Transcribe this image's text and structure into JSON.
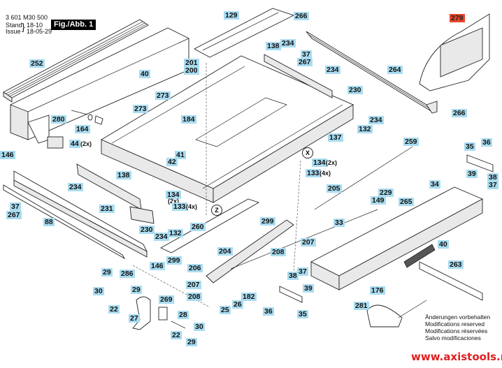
{
  "header": {
    "doc_number": "3 601 M30 500",
    "stand_label": "Stand",
    "issue_label": "Issue",
    "stand_value": "18-10",
    "issue_value": "18-05-29",
    "figure_label": "Fig./Abb. 1"
  },
  "callouts": [
    {
      "id": "c252",
      "text": "252"
    },
    {
      "id": "c129",
      "text": "129"
    },
    {
      "id": "c266a",
      "text": "266"
    },
    {
      "id": "c279",
      "text": "279",
      "highlight": "#e8452c"
    },
    {
      "id": "c201",
      "text": "201"
    },
    {
      "id": "c200",
      "text": "200"
    },
    {
      "id": "c138a",
      "text": "138"
    },
    {
      "id": "c234a",
      "text": "234"
    },
    {
      "id": "c37a",
      "text": "37"
    },
    {
      "id": "c267a",
      "text": "267"
    },
    {
      "id": "c264",
      "text": "264"
    },
    {
      "id": "c40a",
      "text": "40"
    },
    {
      "id": "c273a",
      "text": "273"
    },
    {
      "id": "c273b",
      "text": "273"
    },
    {
      "id": "c234b",
      "text": "234"
    },
    {
      "id": "c230a",
      "text": "230"
    },
    {
      "id": "c280",
      "text": "280"
    },
    {
      "id": "c164",
      "text": "164"
    },
    {
      "id": "c184",
      "text": "184"
    },
    {
      "id": "c132a",
      "text": "132"
    },
    {
      "id": "c234c",
      "text": "234"
    },
    {
      "id": "c266b",
      "text": "266"
    },
    {
      "id": "c44",
      "text": "44",
      "qty": "(2x)"
    },
    {
      "id": "c137",
      "text": "137"
    },
    {
      "id": "c146a",
      "text": "146"
    },
    {
      "id": "c41",
      "text": "41"
    },
    {
      "id": "c42",
      "text": "42"
    },
    {
      "id": "c134a",
      "text": "134",
      "qty": "(2x)"
    },
    {
      "id": "c133a",
      "text": "133",
      "qty": "(4x)"
    },
    {
      "id": "c259",
      "text": "259"
    },
    {
      "id": "c35a",
      "text": "35"
    },
    {
      "id": "c36a",
      "text": "36"
    },
    {
      "id": "c138b",
      "text": "138"
    },
    {
      "id": "c234d",
      "text": "234"
    },
    {
      "id": "c39a",
      "text": "39"
    },
    {
      "id": "c38a",
      "text": "38"
    },
    {
      "id": "c37b",
      "text": "37"
    },
    {
      "id": "c134b",
      "text": "134",
      "qty": "(2x)"
    },
    {
      "id": "c133b",
      "text": "133",
      "qty": "(4x)"
    },
    {
      "id": "c205",
      "text": "205"
    },
    {
      "id": "c34",
      "text": "34"
    },
    {
      "id": "c229",
      "text": "229"
    },
    {
      "id": "c149",
      "text": "149"
    },
    {
      "id": "c265",
      "text": "265"
    },
    {
      "id": "c37c",
      "text": "37"
    },
    {
      "id": "c267b",
      "text": "267"
    },
    {
      "id": "c231",
      "text": "231"
    },
    {
      "id": "c88",
      "text": "88"
    },
    {
      "id": "c230b",
      "text": "230"
    },
    {
      "id": "c234e",
      "text": "234"
    },
    {
      "id": "c132b",
      "text": "132"
    },
    {
      "id": "c260",
      "text": "260"
    },
    {
      "id": "c299a",
      "text": "299"
    },
    {
      "id": "c33",
      "text": "33"
    },
    {
      "id": "c207a",
      "text": "207"
    },
    {
      "id": "c208a",
      "text": "208"
    },
    {
      "id": "c204",
      "text": "204"
    },
    {
      "id": "c40b",
      "text": "40"
    },
    {
      "id": "c146b",
      "text": "146"
    },
    {
      "id": "c299b",
      "text": "299"
    },
    {
      "id": "c206",
      "text": "206"
    },
    {
      "id": "c263",
      "text": "263"
    },
    {
      "id": "c29a",
      "text": "29"
    },
    {
      "id": "c286",
      "text": "286"
    },
    {
      "id": "c30a",
      "text": "30"
    },
    {
      "id": "c29b",
      "text": "29"
    },
    {
      "id": "c207b",
      "text": "207"
    },
    {
      "id": "c37d",
      "text": "37"
    },
    {
      "id": "c38b",
      "text": "38"
    },
    {
      "id": "c39b",
      "text": "39"
    },
    {
      "id": "c208b",
      "text": "208"
    },
    {
      "id": "c182",
      "text": "182"
    },
    {
      "id": "c176",
      "text": "176"
    },
    {
      "id": "c22a",
      "text": "22"
    },
    {
      "id": "c269",
      "text": "269"
    },
    {
      "id": "c26",
      "text": "26"
    },
    {
      "id": "c25",
      "text": "25"
    },
    {
      "id": "c36b",
      "text": "36"
    },
    {
      "id": "c35b",
      "text": "35"
    },
    {
      "id": "c281",
      "text": "281"
    },
    {
      "id": "c27",
      "text": "27"
    },
    {
      "id": "c28",
      "text": "28"
    },
    {
      "id": "c22b",
      "text": "22"
    },
    {
      "id": "c30b",
      "text": "30"
    },
    {
      "id": "c29c",
      "text": "29"
    }
  ],
  "detail_markers": {
    "x": "X",
    "z": "Z"
  },
  "notes": [
    "Änderungen vorbehalten",
    "Modifications reserved",
    "Modifications réservées",
    "Salvo modificaciones"
  ],
  "website": "www.axistools.ru",
  "colors": {
    "label_bg": "#a9dcf0",
    "highlight_label_bg": "#e8452c",
    "website": "#e02020"
  }
}
